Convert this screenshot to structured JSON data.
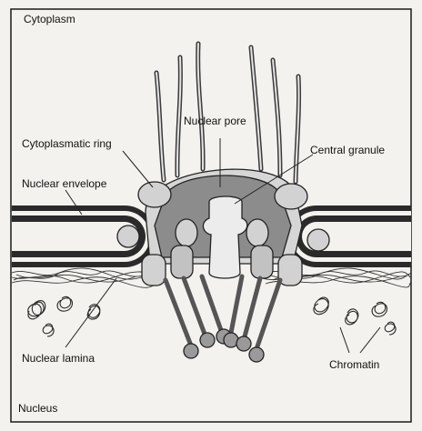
{
  "labels": {
    "cytoplasm": "Cytoplasm",
    "nucleus": "Nucleus",
    "nuclear_pore": "Nuclear pore",
    "cytoplasmatic_ring": "Cytoplasmatic ring",
    "central_granule": "Central granule",
    "nuclear_envelope": "Nuclear envelope",
    "nuclear_lamina": "Nuclear lamina",
    "chromatin": "Chromatin"
  },
  "colors": {
    "background": "#f4f2ee",
    "membrane_band": "#2a2a2a",
    "ring_subunit": "#d2d2d2",
    "pore_core": "#8c8c8c",
    "central_granule": "#ececec",
    "filament": "#555555",
    "basket_knob": "#9a9a9a"
  }
}
